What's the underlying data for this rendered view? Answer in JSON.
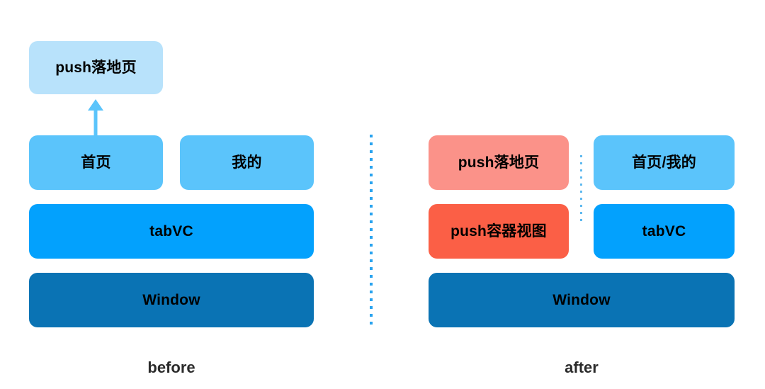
{
  "diagram": {
    "title": "push landing page view hierarchy: before vs after",
    "background": "#ffffff",
    "palette": {
      "light_blue": "#b8e2fb",
      "medium_blue": "#5bc4fb",
      "bright_blue": "#03a1fd",
      "dark_blue": "#0a73b4",
      "salmon": "#fb9289",
      "red_orange": "#fb5f46",
      "dotted_blue": "#29a3ef",
      "text": "#000000",
      "caption_text": "#2b2b2b"
    }
  },
  "before": {
    "caption": "before",
    "nodes": {
      "push_landing": "push落地页",
      "home": "首页",
      "mine": "我的",
      "tabvc": "tabVC",
      "window": "Window"
    },
    "arrow": {
      "name": "push-arrow",
      "direction": "up",
      "from": "首页",
      "to": "push落地页",
      "color": "#5bc4fb"
    }
  },
  "after": {
    "caption": "after",
    "nodes": {
      "push_landing": "push落地页",
      "push_container": "push容器视图",
      "home_mine": "首页/我的",
      "tabvc": "tabVC",
      "window": "Window"
    }
  },
  "separators": {
    "main": "vertical-dotted-divider",
    "inner": "vertical-dotted-divider-inner"
  }
}
